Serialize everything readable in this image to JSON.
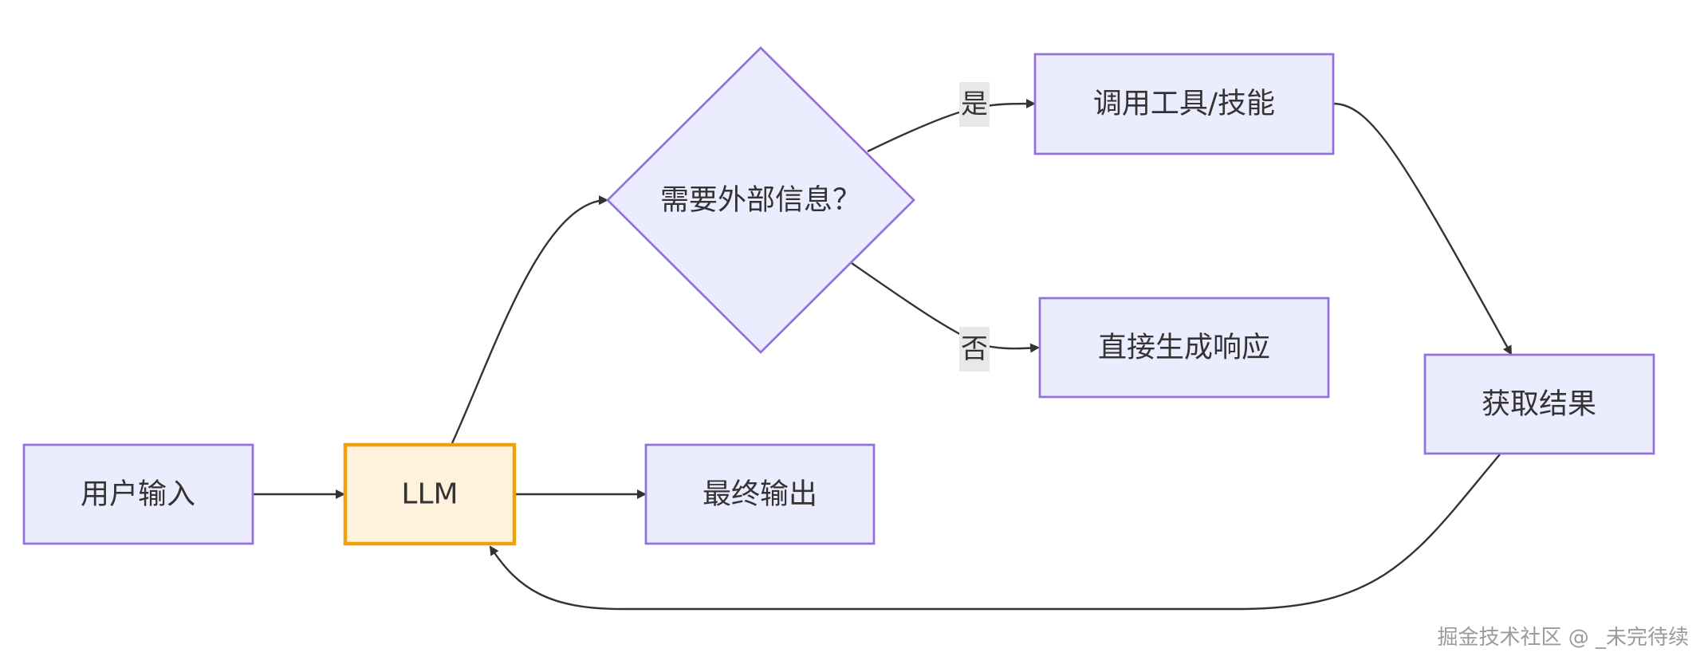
{
  "nodes": {
    "user_input": "用户输入",
    "llm": "LLM",
    "final_output": "最终输出",
    "decision": "需要外部信息？",
    "call_tool": "调用工具/技能",
    "direct_response": "直接生成响应",
    "get_result": "获取结果"
  },
  "edge_labels": {
    "yes": "是",
    "no": "否"
  },
  "watermark": "掘金技术社区 @ _未完待续",
  "colors": {
    "node_fill": "#ECECFF",
    "node_stroke": "#9370DB",
    "highlight_fill": "#FFF2DD",
    "highlight_stroke": "#F0A008",
    "edge": "#333333",
    "text": "#333333"
  }
}
